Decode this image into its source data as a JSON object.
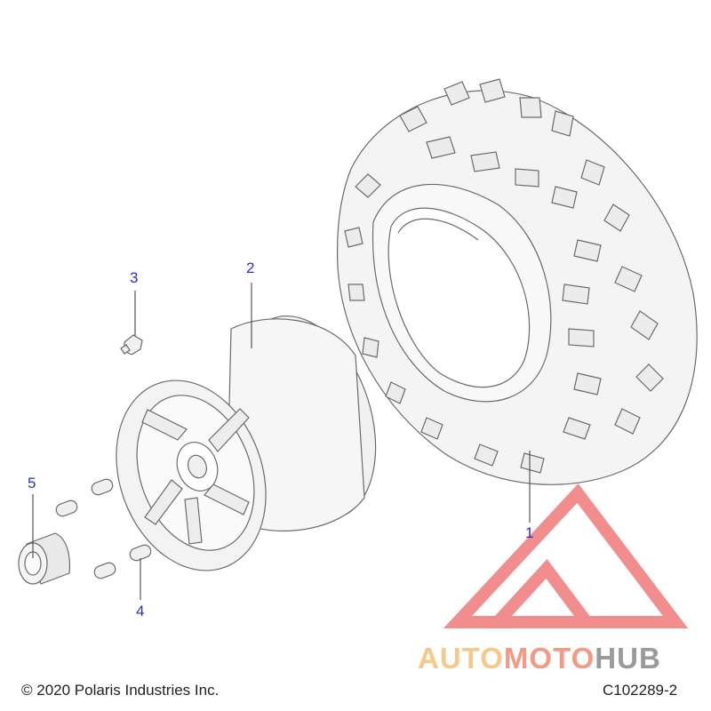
{
  "callouts": {
    "c1": "1",
    "c2": "2",
    "c3": "3",
    "c4": "4",
    "c5": "5"
  },
  "footer": {
    "copyright": "© 2020 Polaris Industries Inc.",
    "drawing_id": "C102289-2"
  },
  "watermark": {
    "part1": "AUTO",
    "part2": "MOTO",
    "part3": "HUB",
    "colors": {
      "auto": "#f5c98a",
      "moto": "#f39a86",
      "hub": "#9a9a9a",
      "logo": "#f07a7a"
    }
  },
  "colors": {
    "callout": "#2c2cc8",
    "line": "#555555"
  }
}
